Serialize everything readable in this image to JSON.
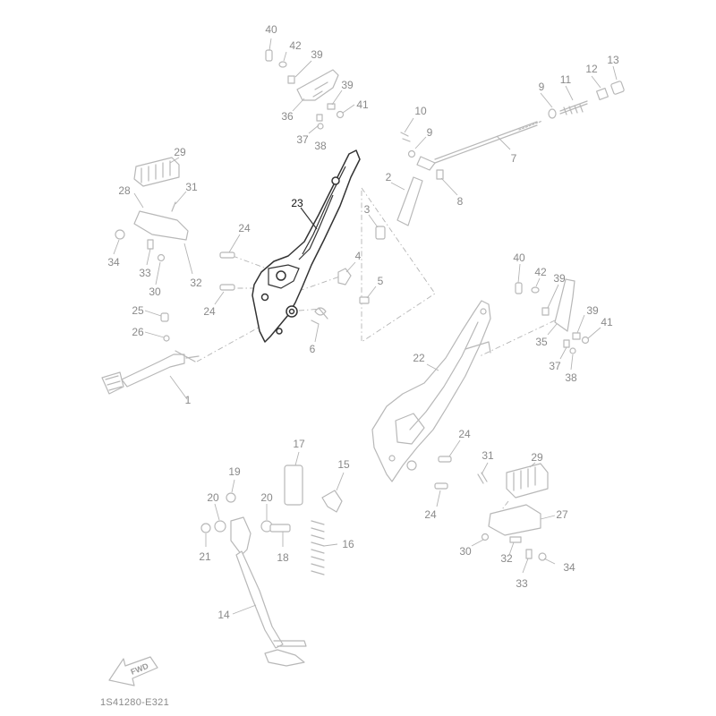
{
  "diagram_code": "1S41280-E321",
  "fwd_label": "FWD",
  "highlighted_part": "23",
  "callouts": [
    {
      "id": "c40a",
      "text": "40"
    },
    {
      "id": "c42a",
      "text": "42"
    },
    {
      "id": "c39a",
      "text": "39"
    },
    {
      "id": "c39b",
      "text": "39"
    },
    {
      "id": "c36",
      "text": "36"
    },
    {
      "id": "c41a",
      "text": "41"
    },
    {
      "id": "c37a",
      "text": "37"
    },
    {
      "id": "c38a",
      "text": "38"
    },
    {
      "id": "c10",
      "text": "10"
    },
    {
      "id": "c9a",
      "text": "9"
    },
    {
      "id": "c9b",
      "text": "9"
    },
    {
      "id": "c11",
      "text": "11"
    },
    {
      "id": "c12",
      "text": "12"
    },
    {
      "id": "c13",
      "text": "13"
    },
    {
      "id": "c7",
      "text": "7"
    },
    {
      "id": "c2",
      "text": "2"
    },
    {
      "id": "c8",
      "text": "8"
    },
    {
      "id": "c3",
      "text": "3"
    },
    {
      "id": "c23",
      "text": "23"
    },
    {
      "id": "c29a",
      "text": "29"
    },
    {
      "id": "c28",
      "text": "28"
    },
    {
      "id": "c31a",
      "text": "31"
    },
    {
      "id": "c34a",
      "text": "34"
    },
    {
      "id": "c33a",
      "text": "33"
    },
    {
      "id": "c30a",
      "text": "30"
    },
    {
      "id": "c32a",
      "text": "32"
    },
    {
      "id": "c24a",
      "text": "24"
    },
    {
      "id": "c24b",
      "text": "24"
    },
    {
      "id": "c4",
      "text": "4"
    },
    {
      "id": "c5",
      "text": "5"
    },
    {
      "id": "c6",
      "text": "6"
    },
    {
      "id": "c25",
      "text": "25"
    },
    {
      "id": "c26",
      "text": "26"
    },
    {
      "id": "c1",
      "text": "1"
    },
    {
      "id": "c40b",
      "text": "40"
    },
    {
      "id": "c42b",
      "text": "42"
    },
    {
      "id": "c39c",
      "text": "39"
    },
    {
      "id": "c39d",
      "text": "39"
    },
    {
      "id": "c35",
      "text": "35"
    },
    {
      "id": "c41b",
      "text": "41"
    },
    {
      "id": "c37b",
      "text": "37"
    },
    {
      "id": "c38b",
      "text": "38"
    },
    {
      "id": "c22",
      "text": "22"
    },
    {
      "id": "c24c",
      "text": "24"
    },
    {
      "id": "c24d",
      "text": "24"
    },
    {
      "id": "c17",
      "text": "17"
    },
    {
      "id": "c19",
      "text": "19"
    },
    {
      "id": "c15",
      "text": "15"
    },
    {
      "id": "c20a",
      "text": "20"
    },
    {
      "id": "c20b",
      "text": "20"
    },
    {
      "id": "c21",
      "text": "21"
    },
    {
      "id": "c18",
      "text": "18"
    },
    {
      "id": "c16",
      "text": "16"
    },
    {
      "id": "c31b",
      "text": "31"
    },
    {
      "id": "c29b",
      "text": "29"
    },
    {
      "id": "c27",
      "text": "27"
    },
    {
      "id": "c30b",
      "text": "30"
    },
    {
      "id": "c32b",
      "text": "32"
    },
    {
      "id": "c34b",
      "text": "34"
    },
    {
      "id": "c33b",
      "text": "33"
    },
    {
      "id": "c14",
      "text": "14"
    }
  ]
}
